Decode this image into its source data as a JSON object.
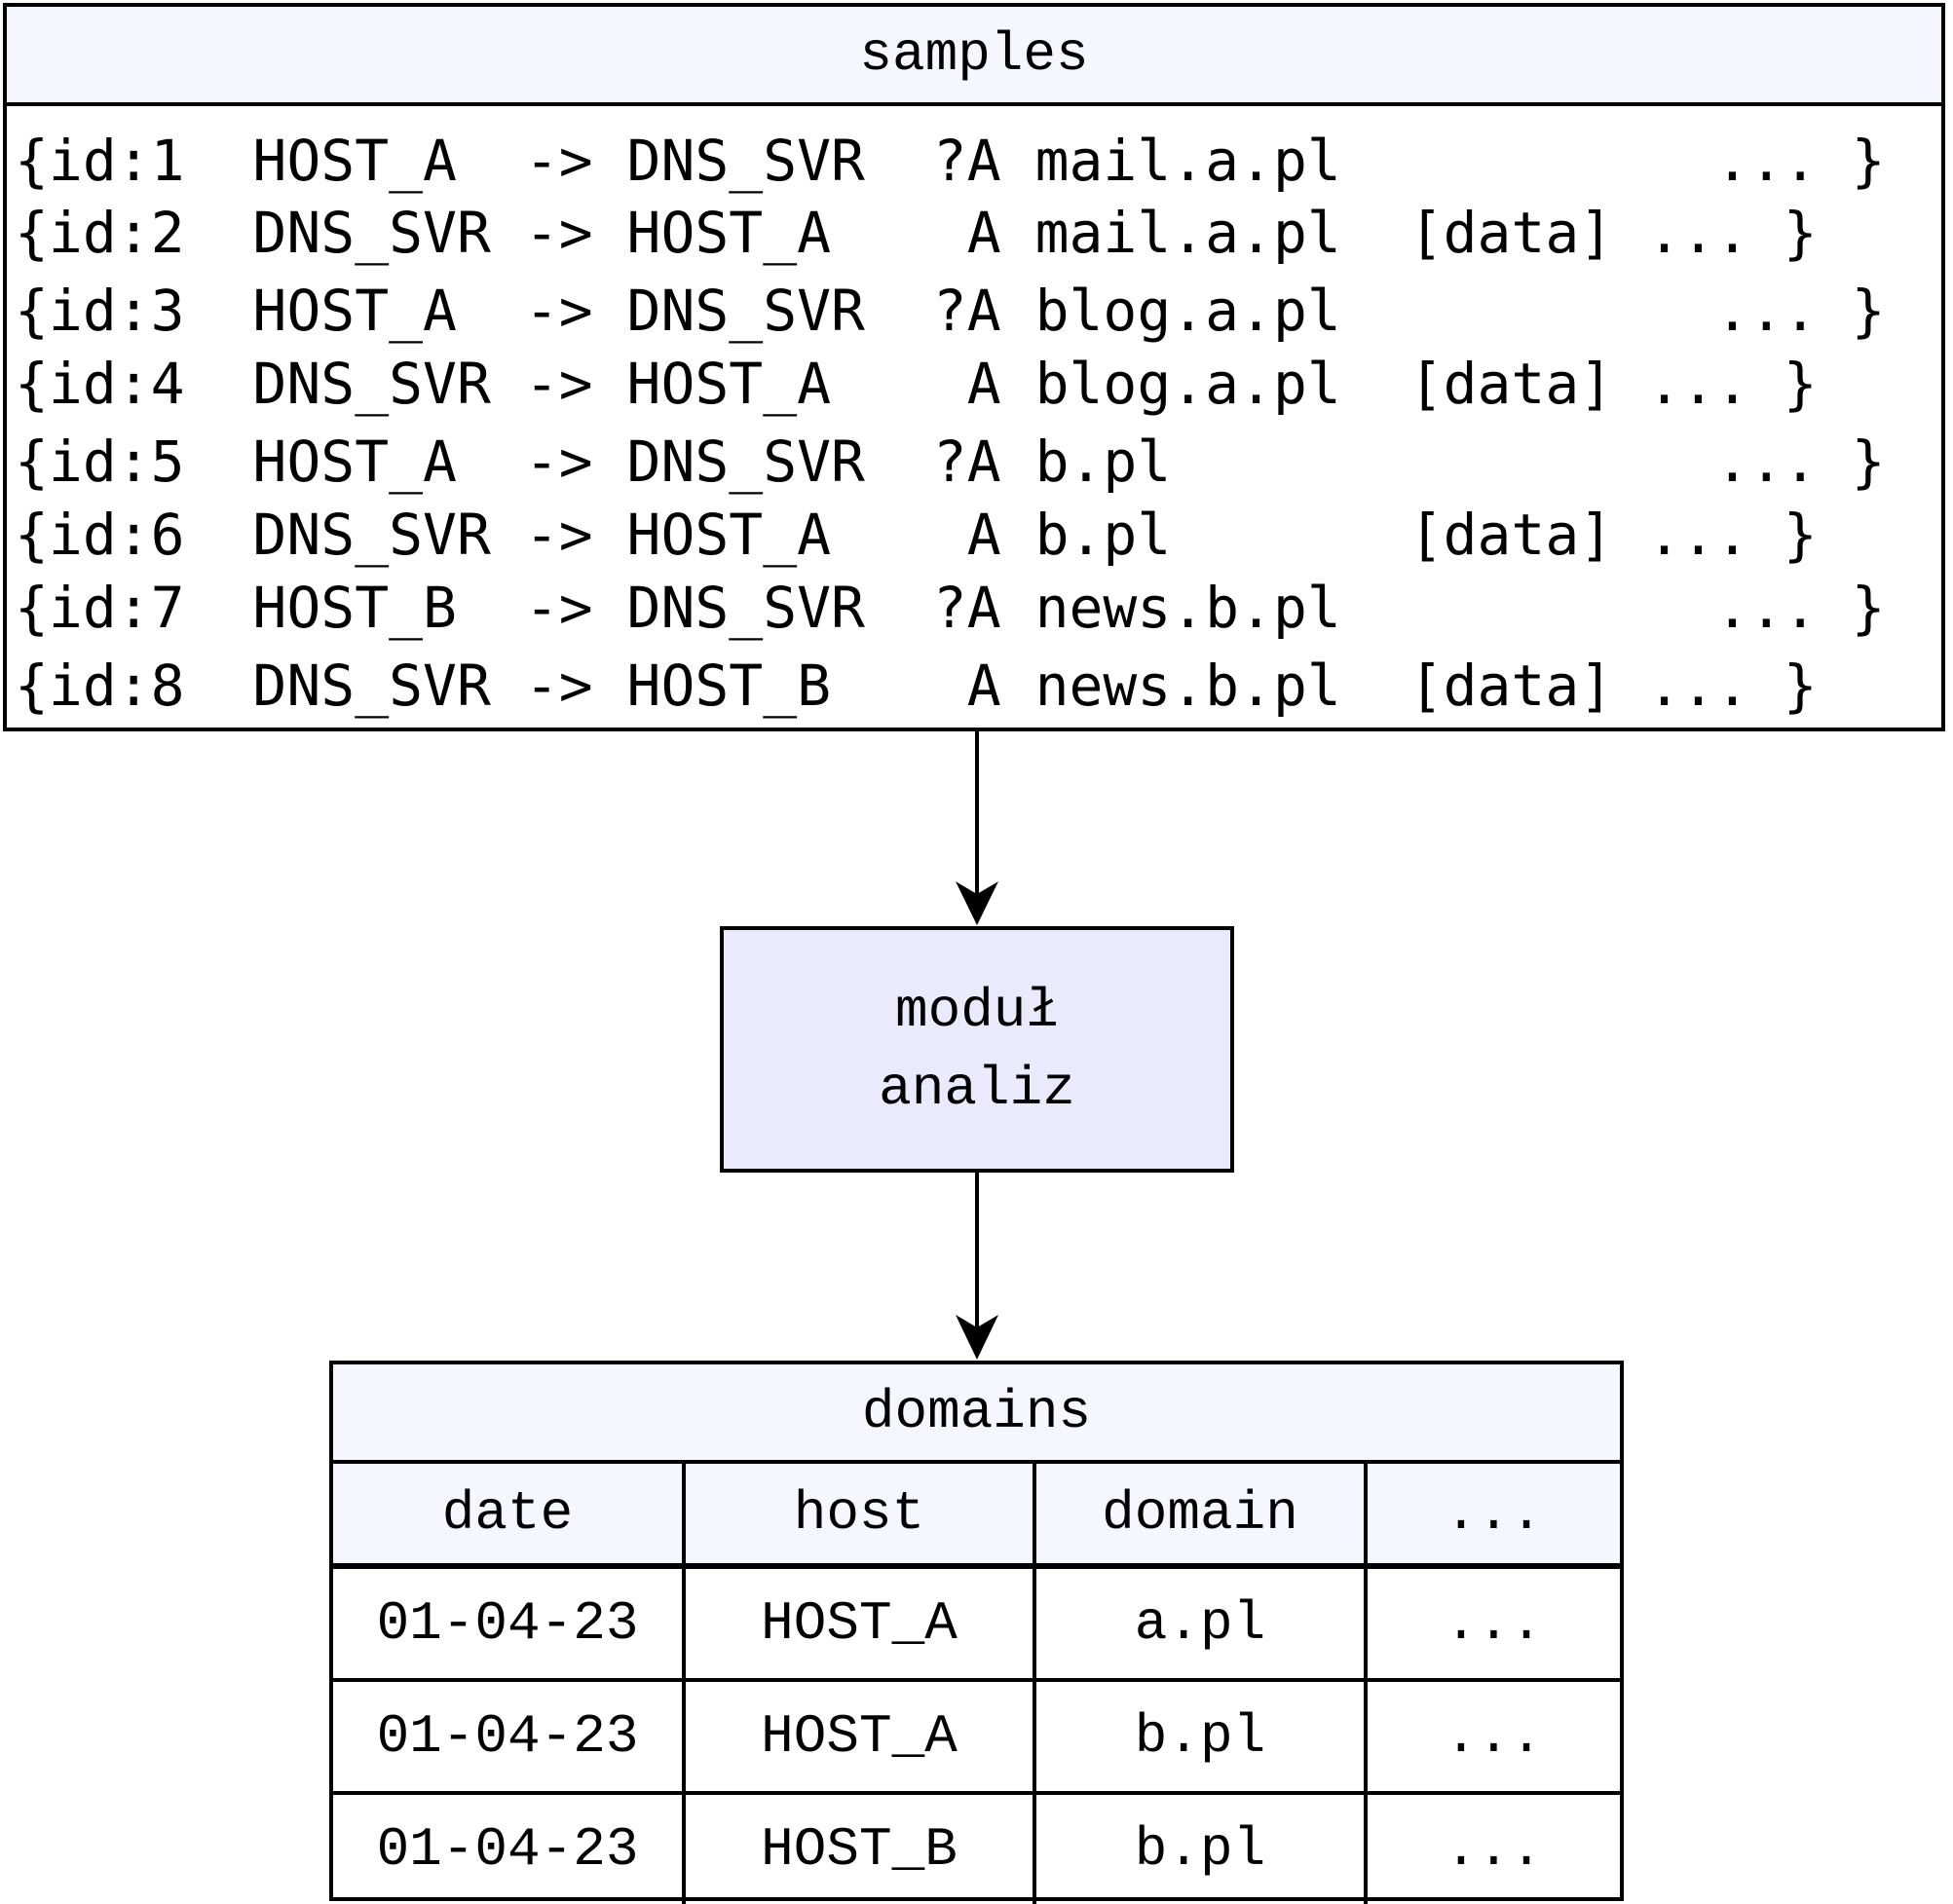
{
  "samples": {
    "title": "samples",
    "lines": [
      "{id:1  HOST_A  -> DNS_SVR  ?A mail.a.pl           ... }",
      "{id:2  DNS_SVR -> HOST_A    A mail.a.pl  [data] ... }",
      "{id:3  HOST_A  -> DNS_SVR  ?A blog.a.pl           ... }",
      "{id:4  DNS_SVR -> HOST_A    A blog.a.pl  [data] ... }",
      "{id:5  HOST_A  -> DNS_SVR  ?A b.pl                ... }",
      "{id:6  DNS_SVR -> HOST_A    A b.pl       [data] ... }",
      "{id:7  HOST_B  -> DNS_SVR  ?A news.b.pl           ... }",
      "{id:8  DNS_SVR -> HOST_B    A news.b.pl  [data] ... }"
    ]
  },
  "module": {
    "line1": "moduł",
    "line2": "analiz"
  },
  "domains": {
    "title": "domains",
    "columns": [
      "date",
      "host",
      "domain",
      "..."
    ],
    "rows": [
      [
        "01-04-23",
        "HOST_A",
        "a.pl",
        "..."
      ],
      [
        "01-04-23",
        "HOST_A",
        "b.pl",
        "..."
      ],
      [
        "01-04-23",
        "HOST_B",
        "b.pl",
        "..."
      ]
    ]
  }
}
